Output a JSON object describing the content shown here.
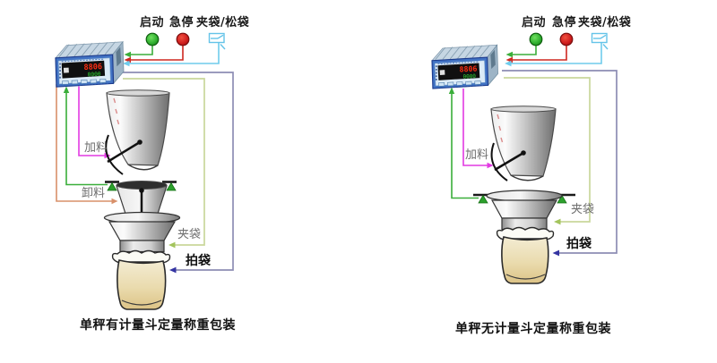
{
  "left": {
    "controls": {
      "start": "启动",
      "estop": "急停",
      "clamp": "夹袋/松袋"
    },
    "display": {
      "red": "8806",
      "green": "0000"
    },
    "labels": {
      "feed": "加料",
      "discharge": "卸料",
      "clamp_bag": "夹袋",
      "pat_bag": "拍袋"
    },
    "caption": "单秤有计量斗定量称重包装"
  },
  "right": {
    "controls": {
      "start": "启动",
      "estop": "急停",
      "clamp": "夹袋/松袋"
    },
    "display": {
      "red": "8806",
      "green": "0000"
    },
    "labels": {
      "feed": "加料",
      "clamp_bag": "夹袋",
      "pat_bag": "拍袋"
    },
    "caption": "单秤无计量斗定量称重包装"
  },
  "icons": {
    "start_button": "green-round-button",
    "estop_button": "red-round-button",
    "clamp_switch": "pneumatic-switch-box",
    "load_cell": "green-triangle-mount"
  },
  "colors": {
    "start_green": "#2fae2f",
    "estop_red": "#cf2821",
    "signal_blue": "#6fccec",
    "feed_magenta": "#e23ae2",
    "discharge_orange": "#d8906a",
    "clamp_olive": "#c9d79b",
    "pat_slate": "#8d8db4",
    "weight_green": "#3aae3a",
    "bag_tan": "#eadbae",
    "panel_blue": "#4273c4"
  }
}
